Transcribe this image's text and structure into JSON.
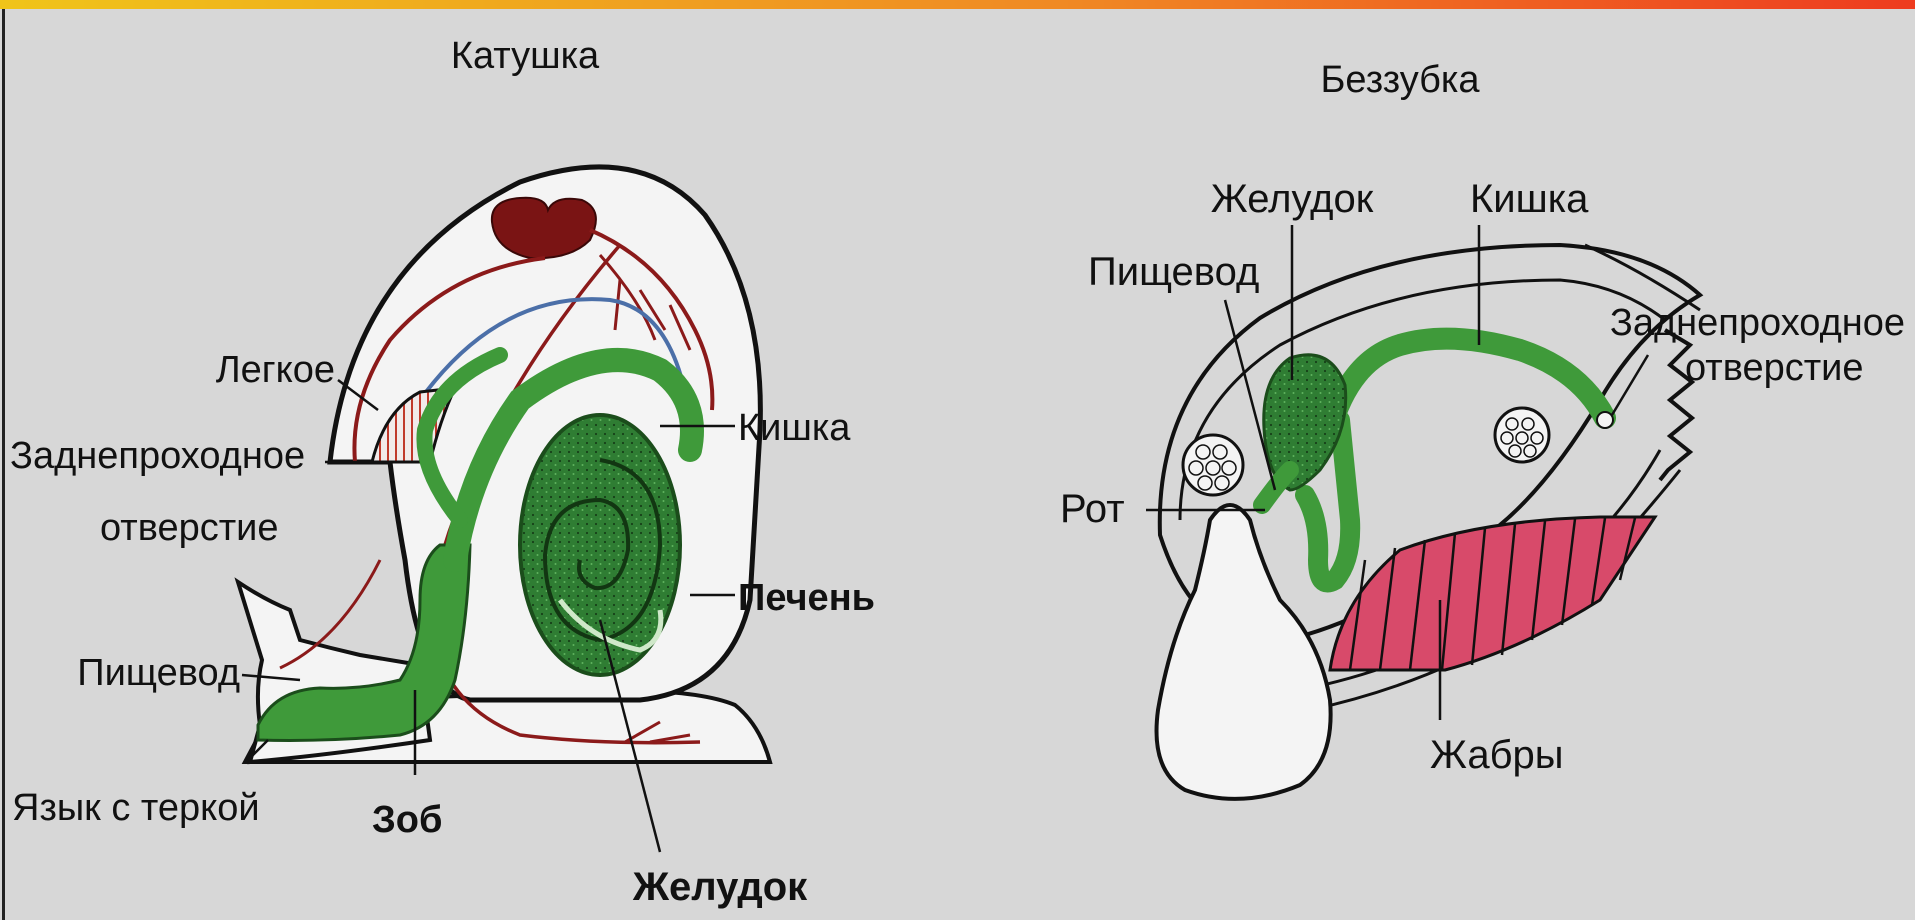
{
  "snail": {
    "title": "Катушка",
    "labels": {
      "lung": "Легкое",
      "anus_line1": "Заднепроходное",
      "anus_line2": "отверстие",
      "intestine": "Кишка",
      "liver": "Печень",
      "esophagus": "Пищевод",
      "tongue": "Язык с теркой",
      "crop": "Зоб",
      "stomach": "Желудок"
    }
  },
  "mussel": {
    "title": "Беззубка",
    "labels": {
      "stomach": "Желудок",
      "intestine": "Кишка",
      "esophagus": "Пищевод",
      "anus_line1": "Заднепроходное",
      "anus_line2": "отверстие",
      "mouth": "Рот",
      "gills": "Жабры"
    }
  },
  "colors": {
    "background": "#d7d7d7",
    "digestive": "#3f9a3a",
    "liver": "#2e7d32",
    "blood_vessel": "#8b1a1a",
    "lung": "#6e8fc9",
    "gills": "#d84a6a",
    "heart": "#7a1414",
    "top_bar_start": "#f0c419",
    "top_bar_end": "#ee3b1f"
  }
}
